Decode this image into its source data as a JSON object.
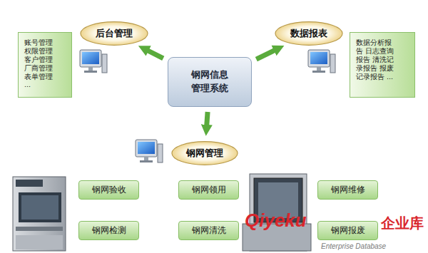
{
  "diagram": {
    "nodes": [
      {
        "text": [
          "后台管理"
        ]
      },
      {
        "text": [
          "数据报表"
        ]
      },
      {
        "text": [
          "账号管理 权限管理 客户管理 厂商管理 表单管理 ..."
        ]
      },
      {
        "text": [
          "钢网信息 管理系统"
        ]
      },
      {
        "text": [
          "数据分析报告 日志查询报告 清洗记录报告 报废记录报告 ..."
        ]
      },
      {
        "text": [
          "钢网管理"
        ]
      },
      {
        "text": [
          "钢网验收"
        ]
      },
      {
        "text": [
          "钢网领用"
        ]
      },
      {
        "text": [
          "钢网维修"
        ]
      },
      {
        "text": [
          "钢网检测"
        ]
      },
      {
        "text": [
          "钢网清洗"
        ]
      },
      {
        "text": [
          "钢网报废"
        ]
      }
    ],
    "edges": [
      {
        "from": 3,
        "to": 0,
        "arrow": "to"
      },
      {
        "from": 3,
        "to": 1,
        "arrow": "to"
      },
      {
        "from": 3,
        "to": 5,
        "arrow": "to"
      }
    ],
    "labels": [
      "Qiyeku",
      "企业库",
      "Enterprise Database"
    ]
  }
}
